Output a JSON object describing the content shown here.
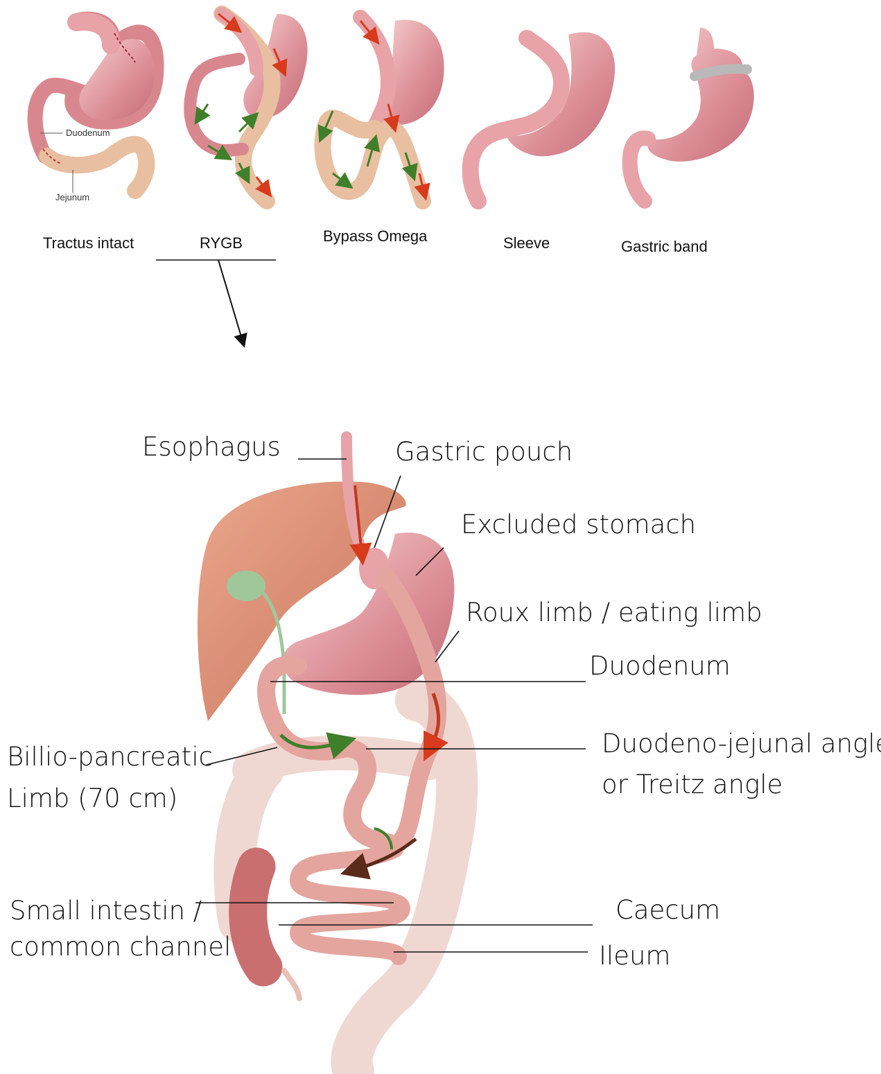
{
  "top_row": {
    "captions": {
      "intact": "Tractus intact",
      "rygb": "RYGB",
      "omega": "Bypass Omega",
      "sleeve": "Sleeve",
      "band": "Gastric band"
    },
    "intact_labels": {
      "duodenum": "Duodenum",
      "jejunum": "Jejunum"
    }
  },
  "rygb_detail": {
    "labels": {
      "esophagus": "Esophagus",
      "gastric_pouch": "Gastric pouch",
      "excluded_stomach": "Excluded stomach",
      "roux_limb": "Roux limb / eating limb",
      "duodenum": "Duodenum",
      "dj_angle_1": "Duodeno-jejunal angle",
      "dj_angle_2": "or Treitz angle",
      "bp_limb_1": "Billio-pancreatic",
      "bp_limb_2": "Limb (70 cm)",
      "small_intestine_1": "Small intestin /",
      "small_intestine_2": "common channel",
      "caecum": "Caecum",
      "ileum": "Ileum"
    }
  },
  "colors": {
    "stomach": "#d9878f",
    "stomach_light": "#f2c8c8",
    "jejunum": "#e8bfa0",
    "liver": "#d98a6e",
    "gallbladder": "#9fc79a",
    "colon": "#f0d8d2",
    "caecum": "#c96f70",
    "flow_red": "#d83a1c",
    "flow_green": "#3f7f2a"
  }
}
